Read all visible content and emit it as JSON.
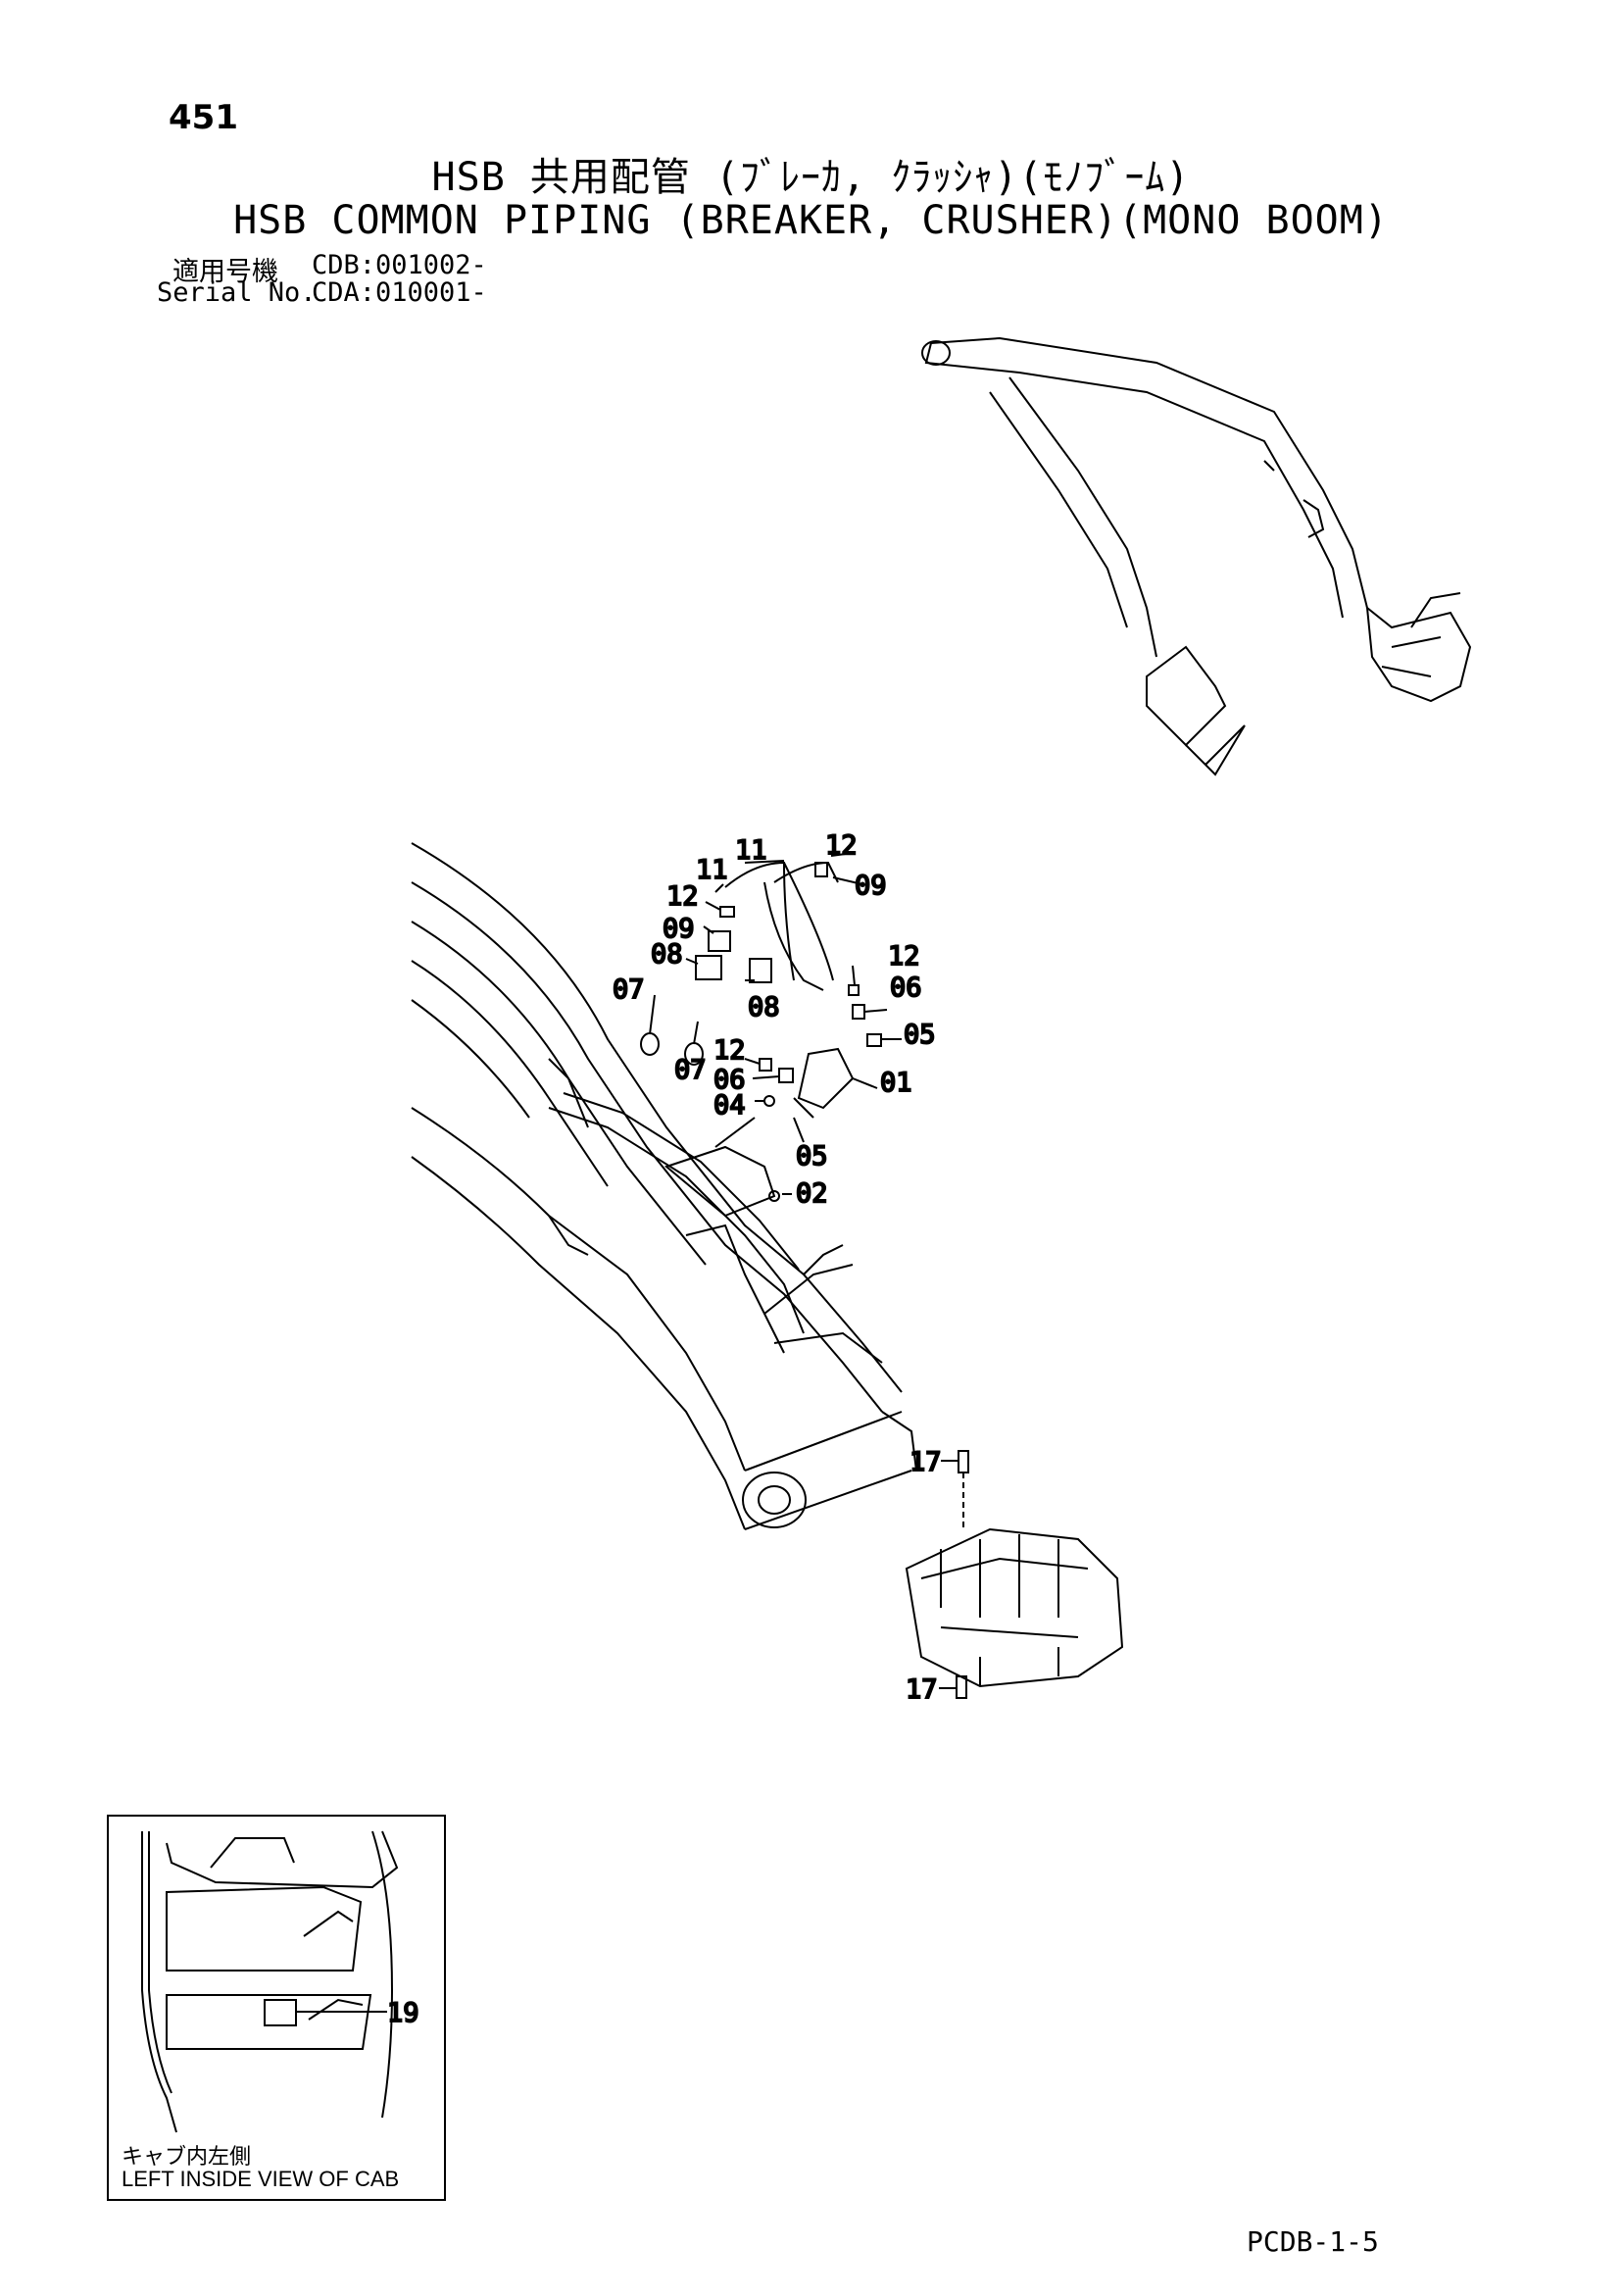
{
  "header": {
    "page_number": "451",
    "title_jp": "HSB 共用配管 (ﾌﾞﾚｰｶ, ｸﾗｯｼｬ)(ﾓﾉﾌﾞｰﾑ)",
    "title_en": "HSB COMMON PIPING (BREAKER, CRUSHER)(MONO BOOM)",
    "serial_jp_label": "適用号機",
    "serial_jp_value": "CDB:001002-",
    "serial_en_label": "Serial No.",
    "serial_en_value": "CDA:010001-"
  },
  "callouts": {
    "c01": "01",
    "c02": "02",
    "c04": "04",
    "c05a": "05",
    "c05b": "05",
    "c06a": "06",
    "c06b": "06",
    "c07a": "07",
    "c07b": "07",
    "c08a": "08",
    "c08b": "08",
    "c09a": "09",
    "c09b": "09",
    "c11a": "11",
    "c11b": "11",
    "c12a": "12",
    "c12b": "12",
    "c12c": "12",
    "c12d": "12",
    "c17a": "17",
    "c17b": "17",
    "c19": "19"
  },
  "inset": {
    "caption_jp": "キャブ内左側",
    "caption_en": "LEFT INSIDE VIEW OF CAB"
  },
  "footer": {
    "page_code": "PCDB-1-5"
  }
}
